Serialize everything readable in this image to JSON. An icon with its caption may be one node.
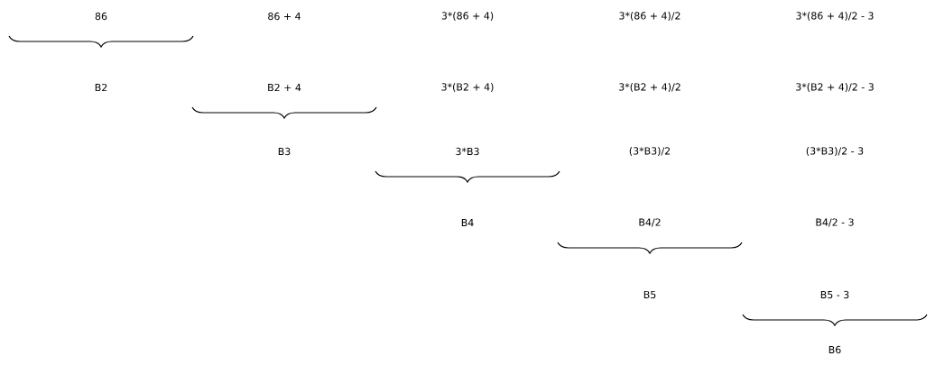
{
  "diagram": {
    "labels": [
      "86",
      "86 + 4",
      "3*(86 + 4)",
      "3*(86 + 4)/2",
      "3*(86 + 4)/2 - 3",
      "B2",
      "B2 + 4",
      "3*(B2 + 4)",
      "3*(B2 + 4)/2",
      "3*(B2 + 4)/2 - 3",
      "B3",
      "3*B3",
      "(3*B3)/2",
      "(3*B3)/2 - 3",
      "B4",
      "B4/2",
      "B4/2 - 3",
      "B5",
      "B5 - 3",
      "B6"
    ]
  }
}
